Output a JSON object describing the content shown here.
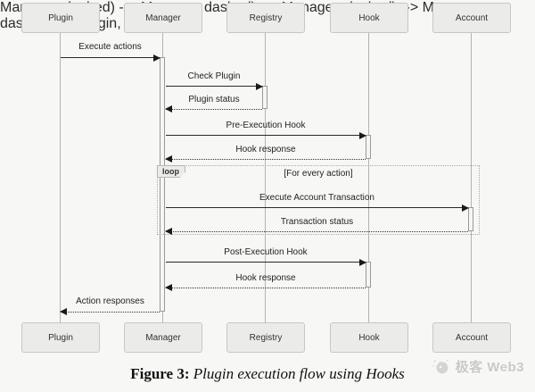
{
  "diagram": {
    "actors": [
      "Plugin",
      "Manager",
      "Registry",
      "Hook",
      "Account"
    ],
    "messages": {
      "execute_actions": "Execute actions",
      "check_plugin": "Check Plugin",
      "plugin_status": "Plugin status",
      "pre_execution_hook": "Pre-Execution Hook",
      "hook_response_1": "Hook response",
      "execute_account_transaction": "Execute Account Transaction",
      "transaction_status": "Transaction status",
      "post_execution_hook": "Post-Execution Hook",
      "hook_response_2": "Hook response",
      "action_responses": "Action responses"
    },
    "loop": {
      "label": "loop",
      "condition": "[For every action]"
    }
  },
  "caption": {
    "prefix": "Figure 3:",
    "text": "Plugin execution flow using Hooks"
  },
  "watermark": {
    "text": "极客 Web3"
  },
  "colors": {
    "background": "#f7f7f6",
    "actor_fill": "#ebebea",
    "actor_border": "#c7c7c7",
    "arrow": "#2a2a2a",
    "watermark_gray": "#c9c9c7"
  }
}
